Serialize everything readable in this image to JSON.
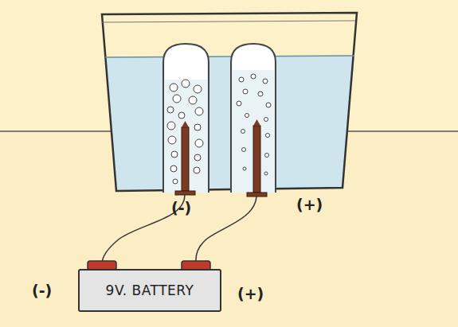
{
  "diagram": {
    "nodes": [
      {
        "text": [
          "9V. BATTERY"
        ]
      }
    ],
    "labels": [
      "(-)",
      "(+)",
      "(-)",
      "(+)"
    ]
  }
}
